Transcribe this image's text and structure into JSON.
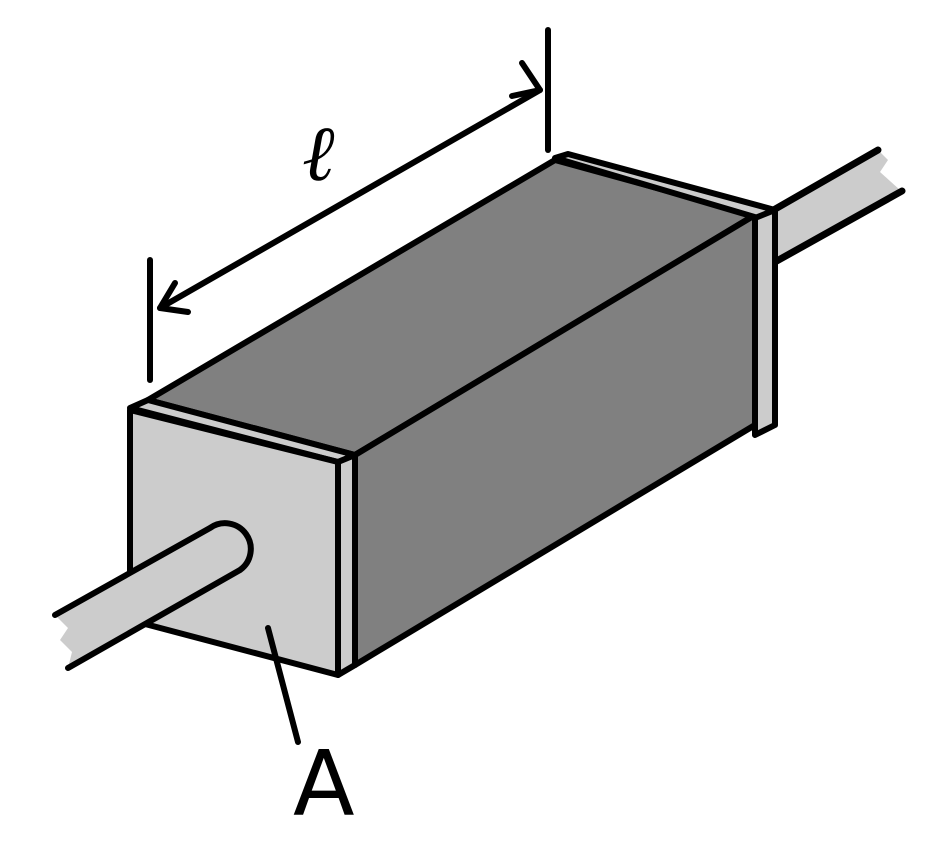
{
  "diagram": {
    "subject": "Resistor block with wire leads",
    "labels": {
      "length": "ℓ",
      "area": "A"
    },
    "colors": {
      "background": "#ffffff",
      "outline": "#000000",
      "body_dark": "#808080",
      "end_cap_light": "#cccccc",
      "wire": "#cccccc"
    },
    "dimension": {
      "name": "length",
      "symbol": "ℓ",
      "arrow": "double-headed"
    },
    "leader": {
      "name": "cross-sectional area",
      "symbol": "A"
    }
  }
}
